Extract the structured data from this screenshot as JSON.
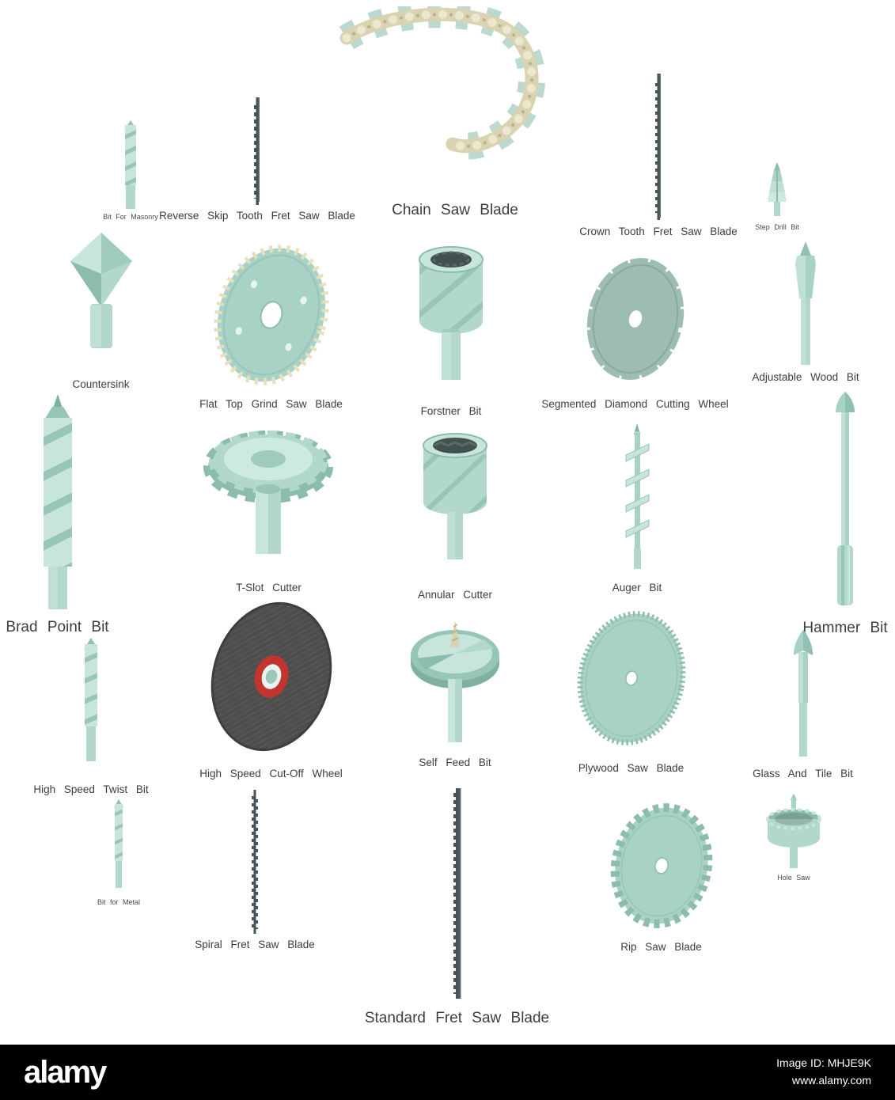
{
  "items": [
    {
      "id": "bit-for-masonry",
      "label": "Bit For Masonry"
    },
    {
      "id": "reverse-skip-tooth-fret-saw-blade",
      "label": "Reverse Skip Tooth Fret Saw Blade"
    },
    {
      "id": "chain-saw-blade",
      "label": "Chain Saw Blade"
    },
    {
      "id": "crown-tooth-fret-saw-blade",
      "label": "Crown Tooth Fret Saw Blade"
    },
    {
      "id": "step-drill-bit",
      "label": "Step Drill Bit"
    },
    {
      "id": "countersink",
      "label": "Countersink"
    },
    {
      "id": "flat-top-grind-saw-blade",
      "label": "Flat Top Grind Saw Blade"
    },
    {
      "id": "forstner-bit",
      "label": "Forstner Bit"
    },
    {
      "id": "segmented-diamond-cutting-wheel",
      "label": "Segmented Diamond Cutting Wheel"
    },
    {
      "id": "adjustable-wood-bit",
      "label": "Adjustable Wood Bit"
    },
    {
      "id": "brad-point-bit",
      "label": "Brad Point Bit"
    },
    {
      "id": "t-slot-cutter",
      "label": "T-Slot Cutter"
    },
    {
      "id": "annular-cutter",
      "label": "Annular Cutter"
    },
    {
      "id": "auger-bit",
      "label": "Auger Bit"
    },
    {
      "id": "hammer-bit",
      "label": "Hammer Bit"
    },
    {
      "id": "high-speed-twist-bit",
      "label": "High Speed Twist Bit"
    },
    {
      "id": "high-speed-cut-off-wheel",
      "label": "High Speed Cut-Off Wheel"
    },
    {
      "id": "self-feed-bit",
      "label": "Self Feed Bit"
    },
    {
      "id": "plywood-saw-blade",
      "label": "Plywood Saw Blade"
    },
    {
      "id": "glass-and-tile-bit",
      "label": "Glass And Tile Bit"
    },
    {
      "id": "bit-for-metal",
      "label": "Bit for Metal"
    },
    {
      "id": "spiral-fret-saw-blade",
      "label": "Spiral Fret Saw Blade"
    },
    {
      "id": "standard-fret-saw-blade",
      "label": "Standard Fret Saw Blade"
    },
    {
      "id": "rip-saw-blade",
      "label": "Rip Saw Blade"
    },
    {
      "id": "hole-saw",
      "label": "Hole Saw"
    }
  ],
  "watermark": {
    "brand": "alamy",
    "image_id": "Image ID: MHJE9K",
    "website": "www.alamy.com"
  },
  "colors": {
    "tool_teal_light": "#c8e5dc",
    "tool_teal_base": "#b2d8cc",
    "tool_teal_mid": "#97c5b8",
    "tool_teal_dark": "#7fb0a2",
    "blade_dark": "#47545a",
    "chain_beige": "#d9d3b2",
    "wheel_red": "#c4342f",
    "label_text": "#3d3d3d",
    "watermark_bg": "#000000"
  }
}
